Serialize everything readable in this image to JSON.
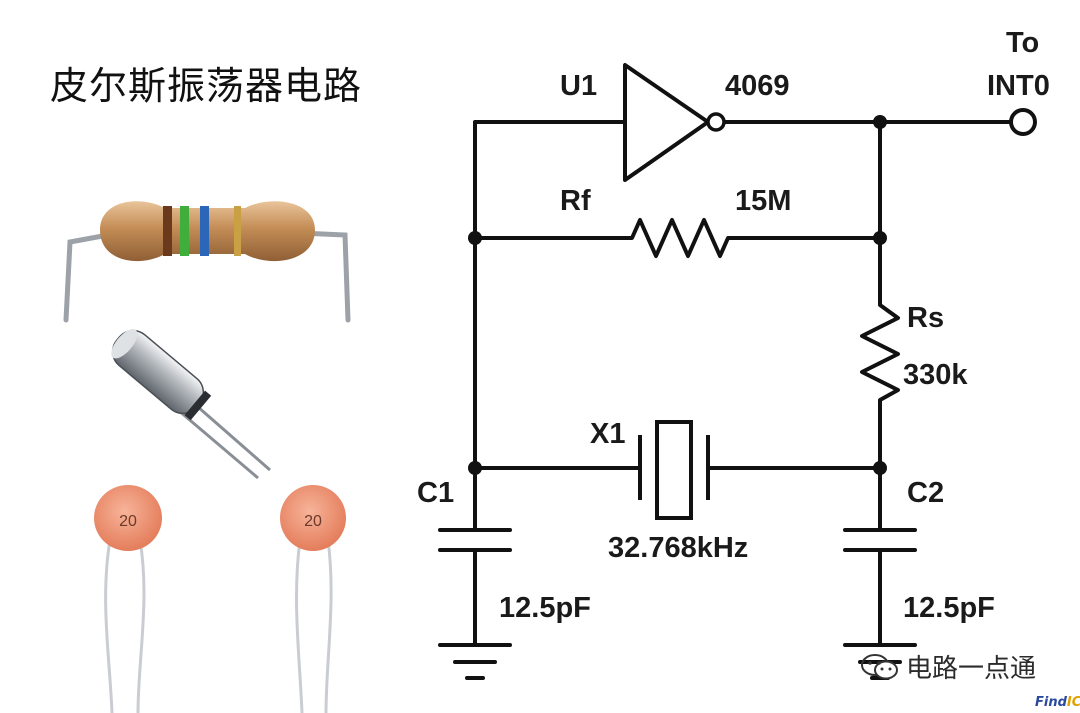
{
  "title": "皮尔斯振荡器电路",
  "labels": {
    "u1": "U1",
    "u1_part": "4069",
    "to": "To",
    "int0": "INT0",
    "rf": "Rf",
    "rf_value": "15M",
    "rs": "Rs",
    "rs_value": "330k",
    "x1": "X1",
    "x1_value": "32.768kHz",
    "c1": "C1",
    "c1_value": "12.5pF",
    "c2": "C2",
    "c2_value": "12.5pF"
  },
  "components": {
    "capacitor_marking_1": "20",
    "capacitor_marking_2": "20"
  },
  "watermark": {
    "text": "电路一点通",
    "brand_a": "Find",
    "brand_b": "IC"
  },
  "colors": {
    "wire": "#111111",
    "resistor_body": "#c7935a",
    "capacitor_body": "#f0a080"
  }
}
